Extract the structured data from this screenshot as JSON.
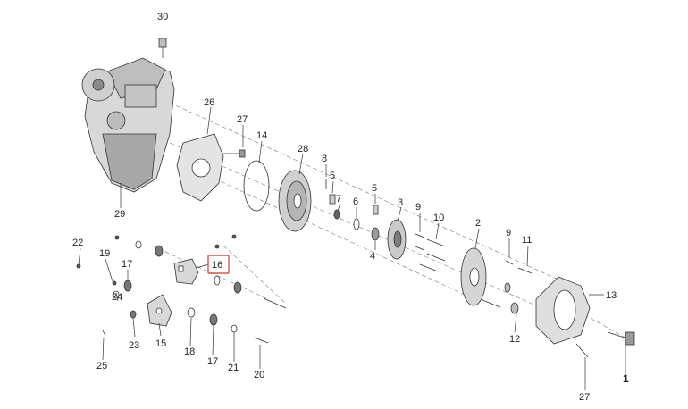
{
  "diagram": {
    "callouts": {
      "c30": "30",
      "c26": "26",
      "c27a": "27",
      "c14": "14",
      "c28": "28",
      "c8": "8",
      "c5a": "5",
      "c7": "7",
      "c6": "6",
      "c5b": "5",
      "c3": "3",
      "c4": "4",
      "c9a": "9",
      "c10": "10",
      "c2": "2",
      "c9b": "9",
      "c11": "11",
      "c13": "13",
      "c12": "12",
      "c1": "1",
      "c27b": "27",
      "c29": "29",
      "c22": "22",
      "c19": "19",
      "c17a": "17",
      "c16": "16",
      "c24": "24",
      "c23": "23",
      "c15": "15",
      "c18": "18",
      "c17b": "17",
      "c21": "21",
      "c20": "20",
      "c25": "25"
    },
    "highlighted_callout": "16",
    "colors": {
      "line": "#333333",
      "highlight": "#d9534f",
      "part_fill": "#e6e6e6",
      "part_dark": "#9a9a9a"
    }
  }
}
